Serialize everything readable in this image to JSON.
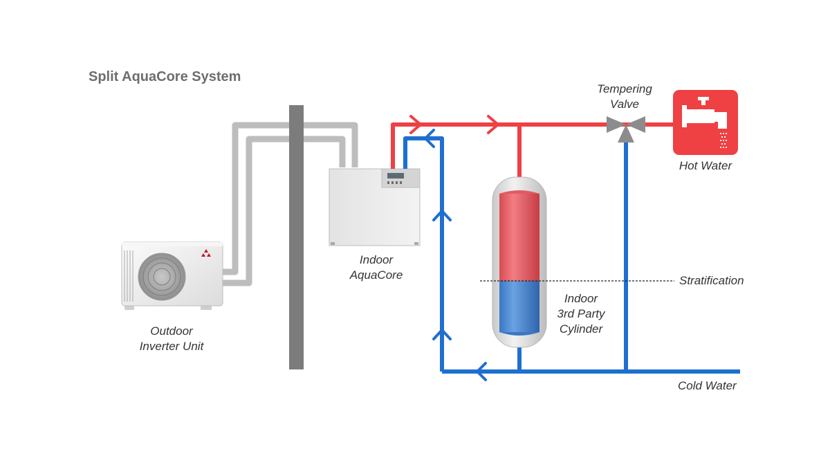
{
  "title": "Split AquaCore System",
  "labels": {
    "outdoor_line1": "Outdoor",
    "outdoor_line2": "Inverter Unit",
    "indoor_aquacore_line1": "Indoor",
    "indoor_aquacore_line2": "AquaCore",
    "cylinder_line1": "Indoor",
    "cylinder_line2": "3rd Party",
    "cylinder_line3": "Cylinder",
    "valve_line1": "Tempering",
    "valve_line2": "Valve",
    "hot_water": "Hot Water",
    "stratification": "Stratification",
    "cold_water": "Cold Water"
  },
  "colors": {
    "hot": "#ef4044",
    "cold": "#1e6fd0",
    "refrigerant_pipe": "#bdbdbd",
    "wall": "#7c7c7c",
    "title": "#6e6e6e",
    "tap_box": "#ef4044"
  },
  "icons": {
    "tap": "tap-icon",
    "valve": "three-way-valve-icon",
    "flow_arrow": "flow-arrow-icon"
  }
}
